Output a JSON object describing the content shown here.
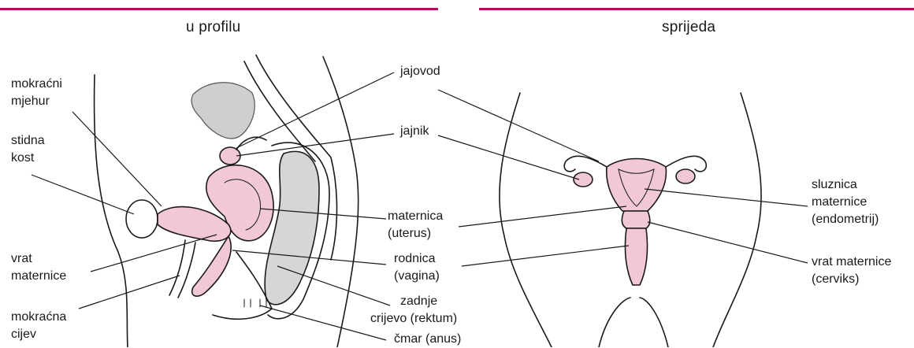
{
  "headings": {
    "profile": "u profilu",
    "front": "sprijeda"
  },
  "labels": {
    "bladder": [
      "mokraćni",
      "mjehur"
    ],
    "pubic_bone": [
      "stidna",
      "kost"
    ],
    "cervix_left": [
      "vrat",
      "maternice"
    ],
    "urethra": [
      "mokraćna",
      "cijev"
    ],
    "fallopian_tube": [
      "jajovod"
    ],
    "ovary": [
      "jajnik"
    ],
    "uterus": [
      "maternica",
      "(uterus)"
    ],
    "vagina": [
      "rodnica",
      "(vagina)"
    ],
    "rectum": [
      "zadnje",
      "crijevo (rektum)"
    ],
    "anus": [
      "čmar (anus)"
    ],
    "endometrium": [
      "sluznica",
      "maternice",
      "(endometrij)"
    ],
    "cervix_right": [
      "vrat maternice",
      "(cerviks)"
    ]
  },
  "colors": {
    "accent_rule": "#b0125b",
    "organ_pink": "#f2c8d8",
    "organ_gray": "#cfcfcf",
    "line": "#1a1a1a"
  }
}
